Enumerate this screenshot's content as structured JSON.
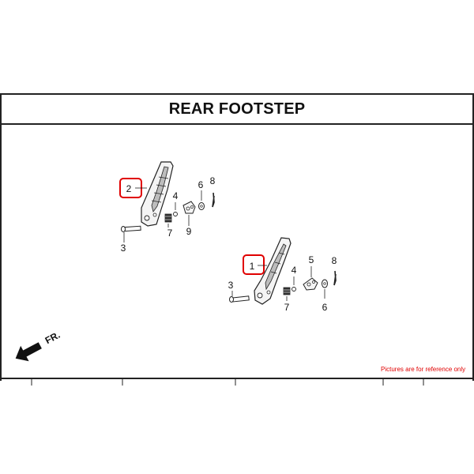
{
  "title": "REAR FOOTSTEP",
  "front_indicator": "FR.",
  "note": "Pictures are for reference only",
  "callouts": {
    "left_pedal": "2",
    "left_pin": "3",
    "left_ball": "4",
    "left_washer": "6",
    "left_spring_pin": "7",
    "left_clip": "8",
    "left_plate": "9",
    "right_pedal": "1",
    "right_pin": "3",
    "right_ball": "4",
    "right_plate": "5",
    "right_washer": "6",
    "right_spring_pin": "7",
    "right_clip": "8"
  },
  "colors": {
    "line": "#222222",
    "highlight": "#e00000",
    "part_fill": "#f4f4f4",
    "part_shade": "#bdbdbd"
  }
}
